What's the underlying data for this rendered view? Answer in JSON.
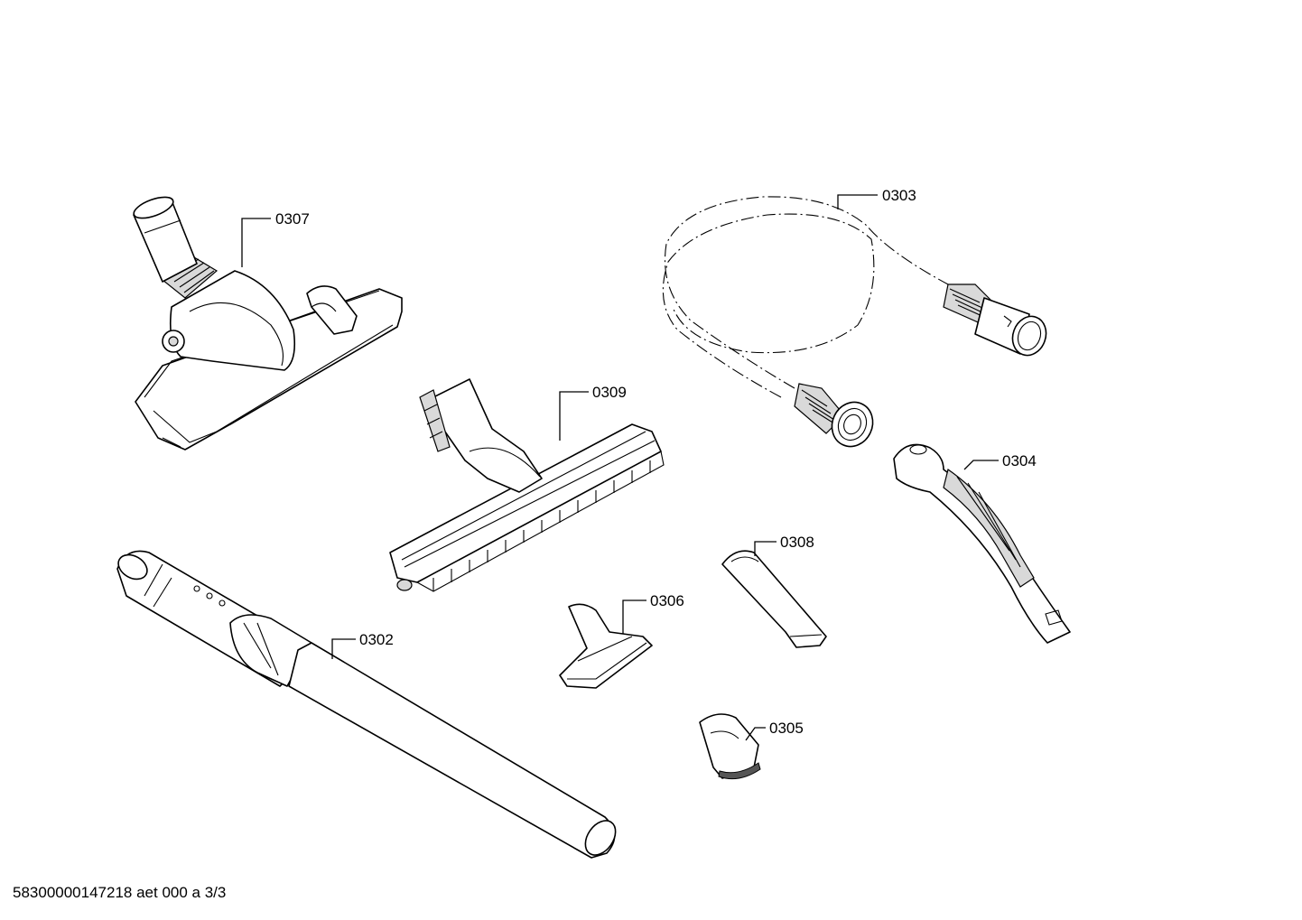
{
  "parts": [
    {
      "id": "0307",
      "label": "0307"
    },
    {
      "id": "0303",
      "label": "0303"
    },
    {
      "id": "0309",
      "label": "0309"
    },
    {
      "id": "0304",
      "label": "0304"
    },
    {
      "id": "0308",
      "label": "0308"
    },
    {
      "id": "0306",
      "label": "0306"
    },
    {
      "id": "0302",
      "label": "0302"
    },
    {
      "id": "0305",
      "label": "0305"
    }
  ],
  "footer": {
    "document_code": "58300000147218 aet 000 a 3/3"
  }
}
